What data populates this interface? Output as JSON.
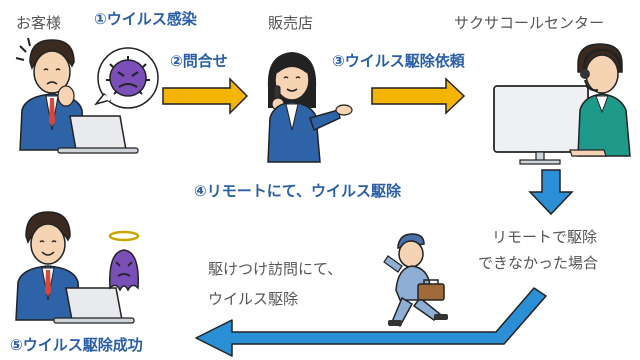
{
  "labels": {
    "customer": "お客様",
    "virus_infection": "①ウイルス感染",
    "shop": "販売店",
    "inquiry": "②問合せ",
    "call_center": "サクサコールセンター",
    "virus_removal_request": "③ウイルス駆除依頼",
    "remote_removal": "④リモートにて、ウイルス駆除",
    "remote_fail_line1": "リモートで駆除",
    "remote_fail_line2": "できなかった場合",
    "onsite_line1": "駆けつけ訪問にて、",
    "onsite_line2": "ウイルス駆除",
    "removal_success": "⑤ウイルス駆除成功"
  },
  "colors": {
    "label_gray": "#555555",
    "label_blue": "#2a5fa8",
    "yellow_arrow": "#f5b400",
    "blue_arrow": "#2b8fd6",
    "suit_blue": "#2f63a8",
    "virus_purple": "#7b4fb8",
    "skin": "#f6d3b3"
  },
  "icons": [
    "worried-customer",
    "virus-icon",
    "shop-staff",
    "call-center-operator",
    "repair-technician",
    "happy-customer",
    "defeated-virus-icon"
  ]
}
